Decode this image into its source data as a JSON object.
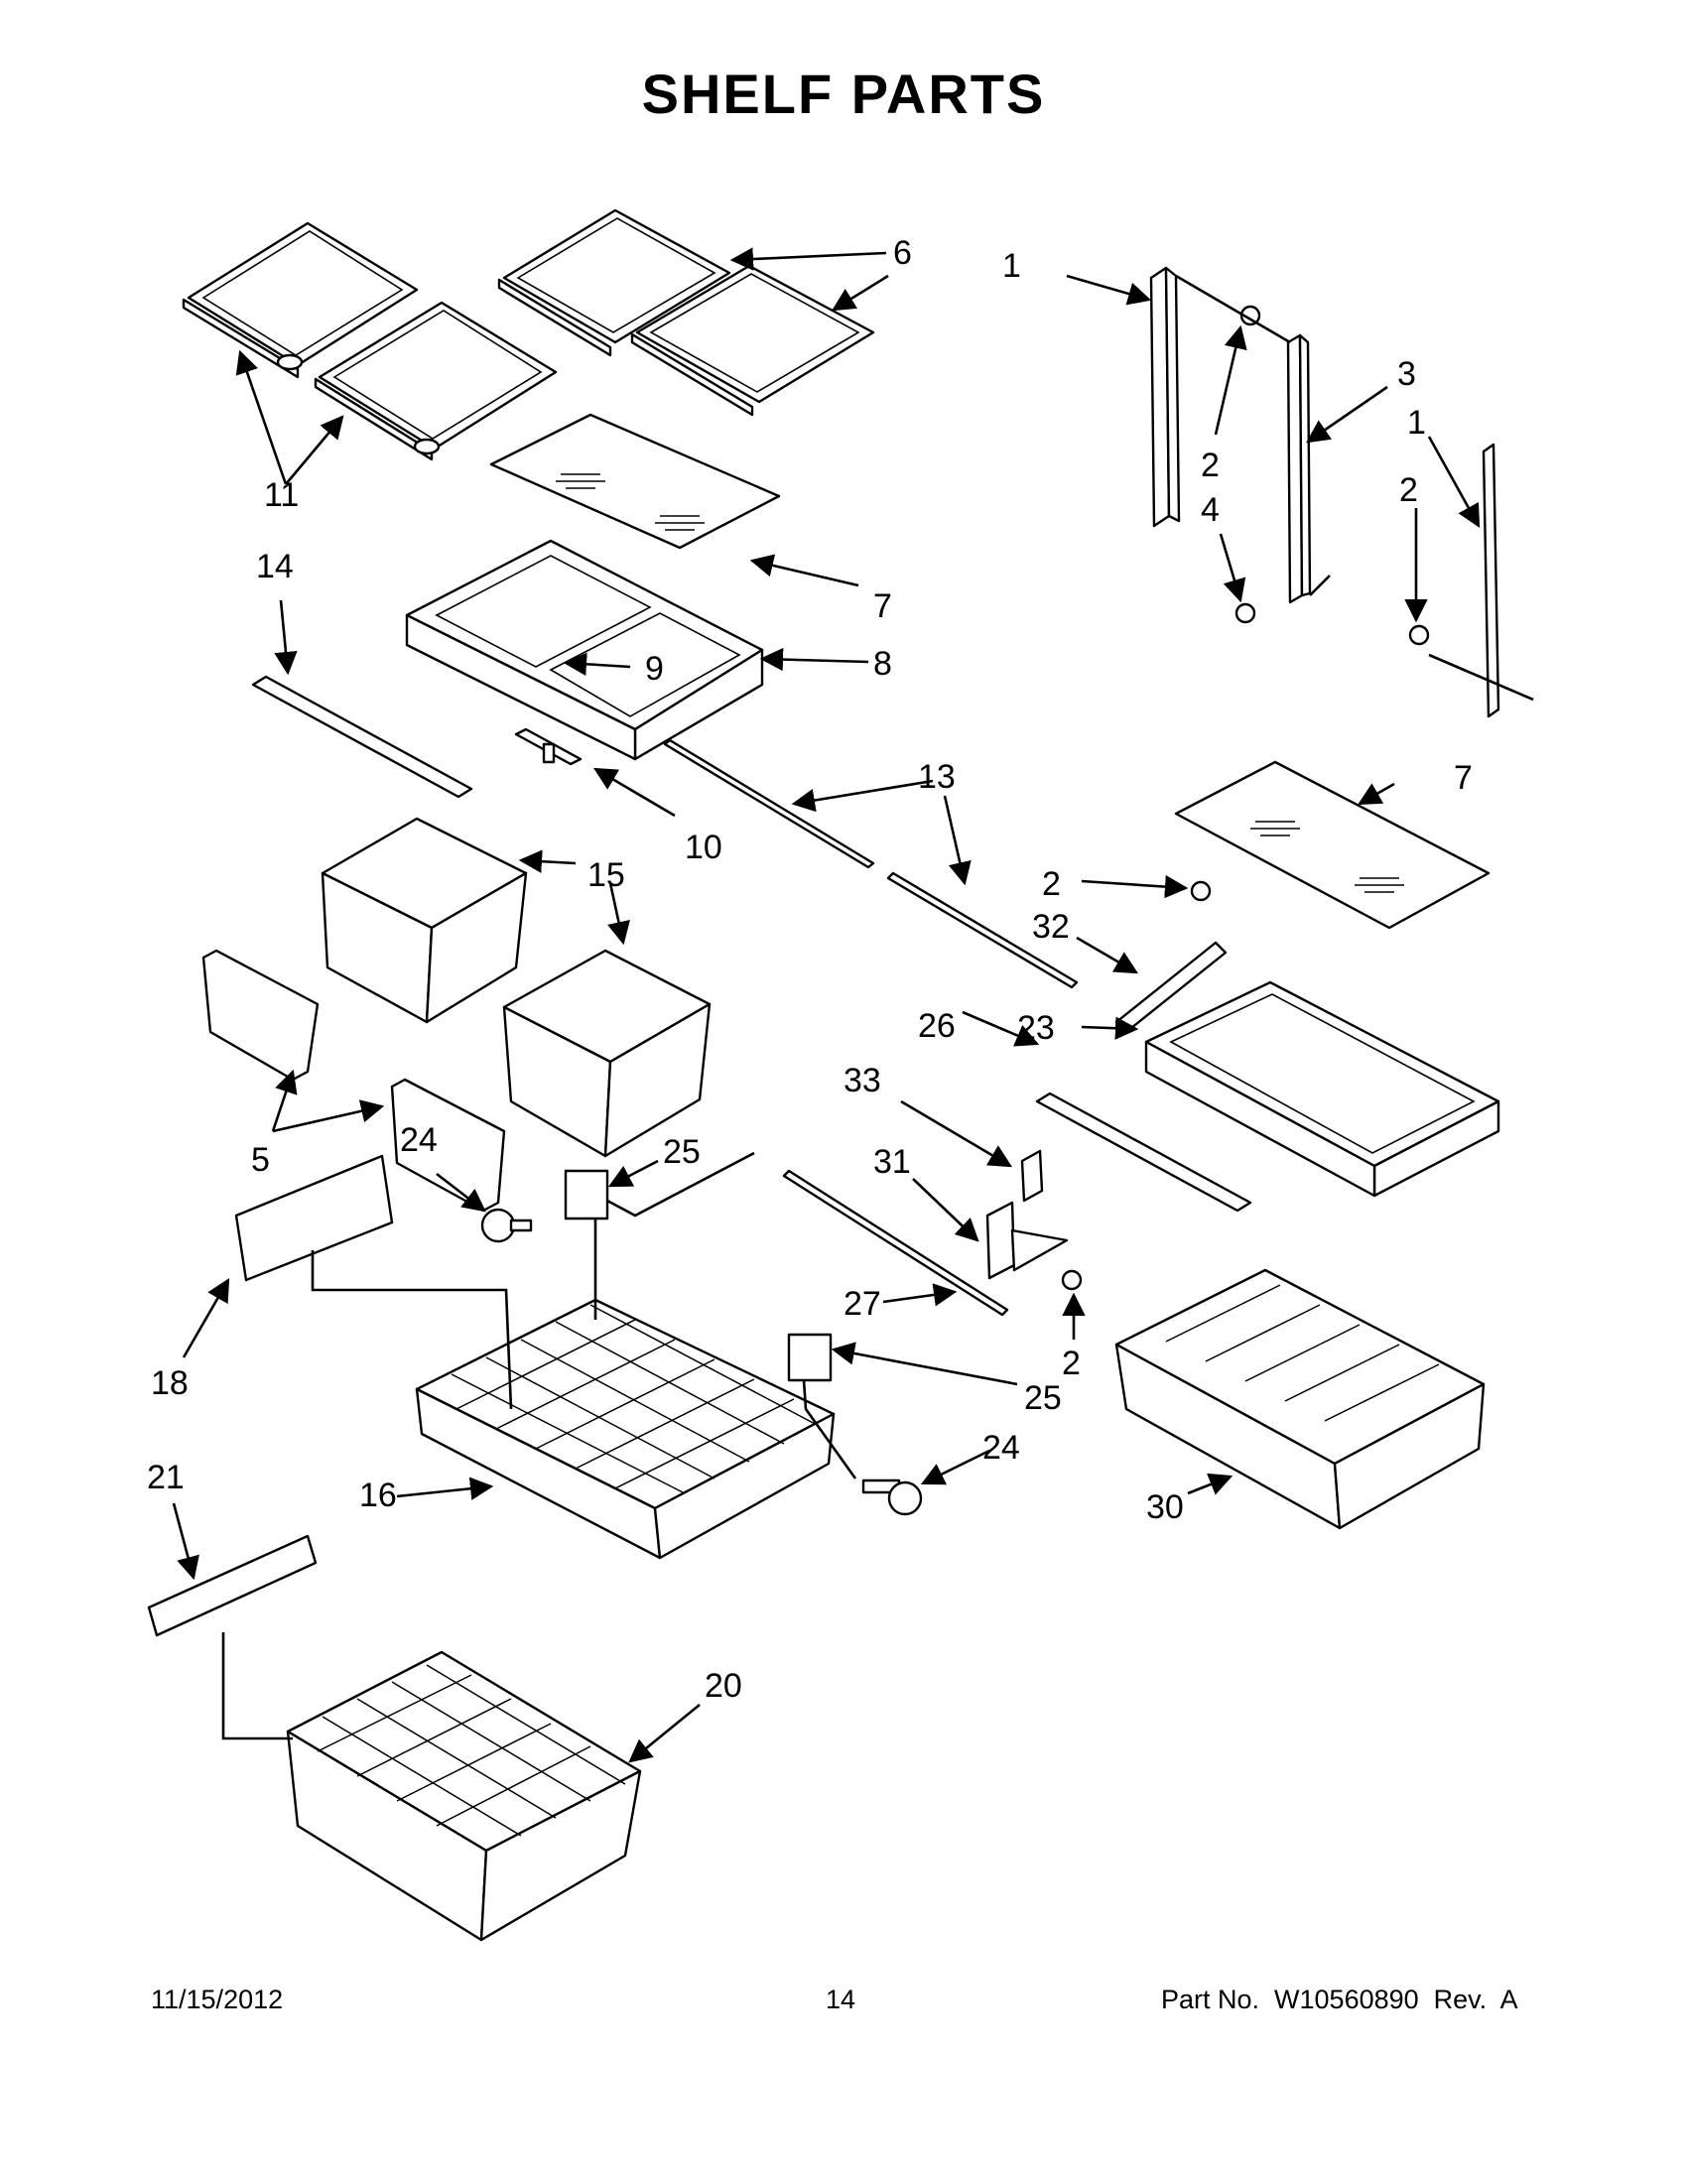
{
  "header": {
    "title": "SHELF PARTS"
  },
  "footer": {
    "date": "11/15/2012",
    "page": "14",
    "part_no": "Part No.  W10560890  Rev.  A"
  },
  "callouts": {
    "c1a": "1",
    "c6": "6",
    "c3": "3",
    "c1b": "1",
    "c2a": "2",
    "c4": "4",
    "c2b": "2",
    "c11": "11",
    "c14": "14",
    "c7a": "7",
    "c9": "9",
    "c8": "8",
    "c13": "13",
    "c10": "10",
    "c7b": "7",
    "c15": "15",
    "c2c": "2",
    "c32": "32",
    "c26": "26",
    "c23": "23",
    "c33": "33",
    "c31": "31",
    "c5": "5",
    "c24a": "24",
    "c25a": "25",
    "c27": "27",
    "c2d": "2",
    "c18": "18",
    "c25b": "25",
    "c24b": "24",
    "c21": "21",
    "c16": "16",
    "c30": "30",
    "c20": "20"
  }
}
